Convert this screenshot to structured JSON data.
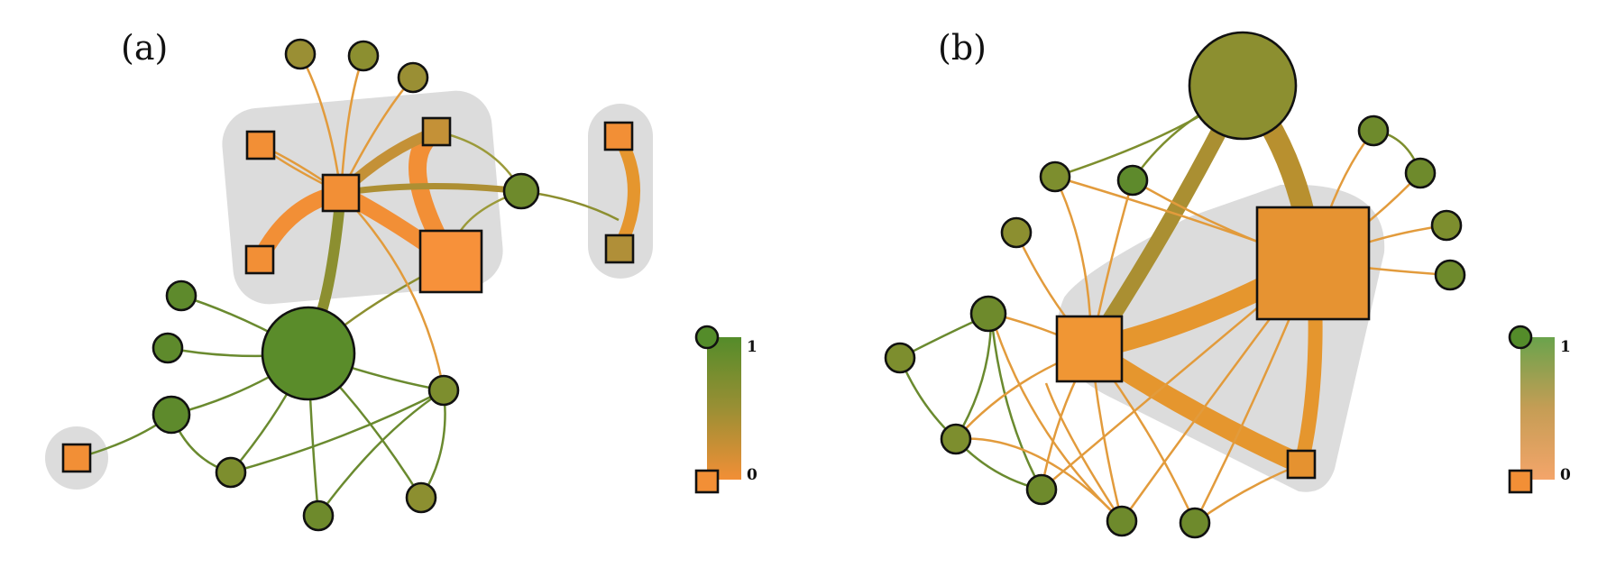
{
  "panels": [
    {
      "id": "a",
      "label": "(a)"
    },
    {
      "id": "b",
      "label": "(b)"
    }
  ],
  "legend": {
    "max_label": "1",
    "min_label": "0"
  },
  "colors": {
    "high": "#548c2a",
    "low": "#f28f36",
    "mid": "#8f8f32",
    "group": "#dcdcdc"
  }
}
